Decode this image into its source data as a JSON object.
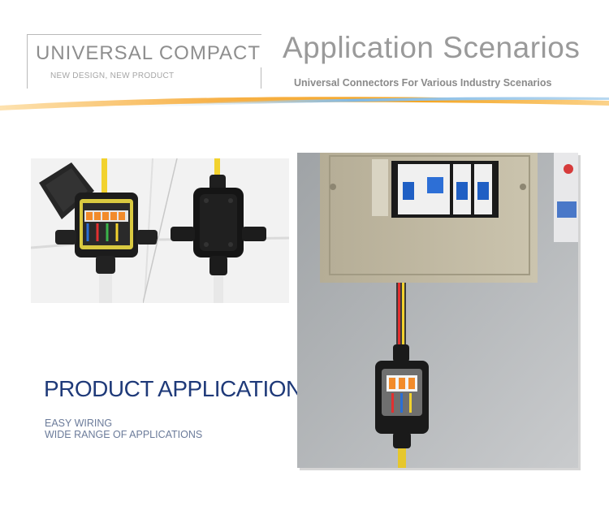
{
  "header": {
    "brand_title": "UNIVERSAL COMPACT",
    "brand_subtitle": "NEW DESIGN, NEW PRODUCT",
    "title": "Application Scenarios",
    "subtitle": "Universal Connectors For Various Industry Scenarios"
  },
  "section": {
    "heading": "PRODUCT APPLICATION",
    "features": [
      "EASY WIRING",
      "WIDE RANGE OF APPLICATIONS"
    ]
  },
  "colors": {
    "heading": "#1f3a79",
    "accent_orange": "#f5a623",
    "accent_blue": "#6fb0e0",
    "cable_yellow": "#f2d22e"
  }
}
